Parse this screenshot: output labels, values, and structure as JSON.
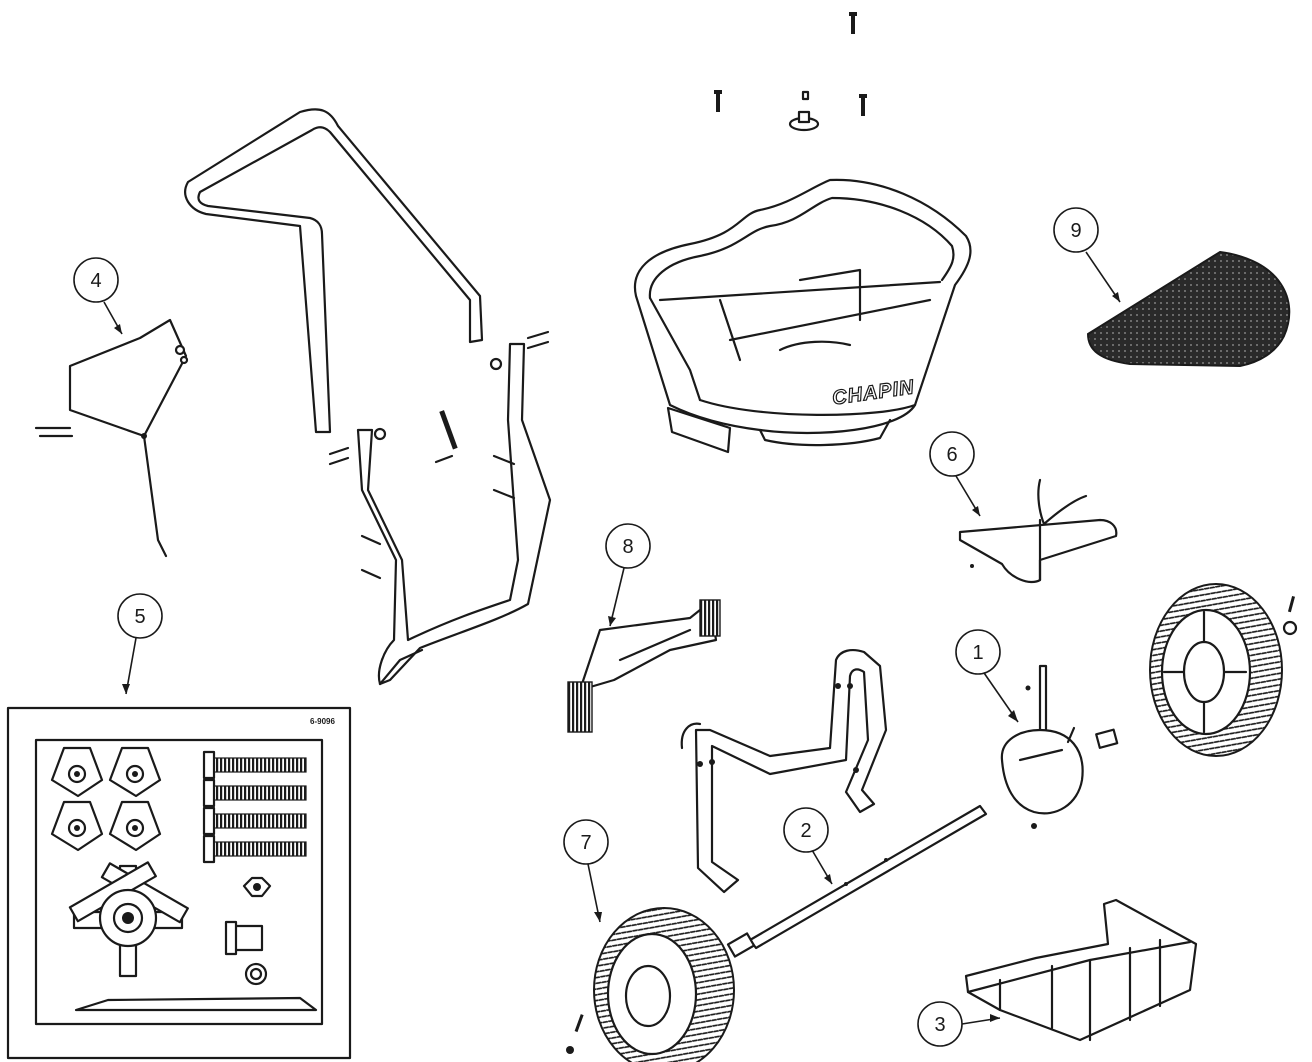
{
  "callouts": [
    {
      "id": "1",
      "label": "1"
    },
    {
      "id": "2",
      "label": "2"
    },
    {
      "id": "3",
      "label": "3"
    },
    {
      "id": "4",
      "label": "4"
    },
    {
      "id": "5",
      "label": "5"
    },
    {
      "id": "6",
      "label": "6"
    },
    {
      "id": "7",
      "label": "7"
    },
    {
      "id": "8",
      "label": "8"
    },
    {
      "id": "9",
      "label": "9"
    }
  ],
  "hopper": {
    "brand": "CHAPIN"
  },
  "kit": {
    "part_code": "6-9096"
  }
}
